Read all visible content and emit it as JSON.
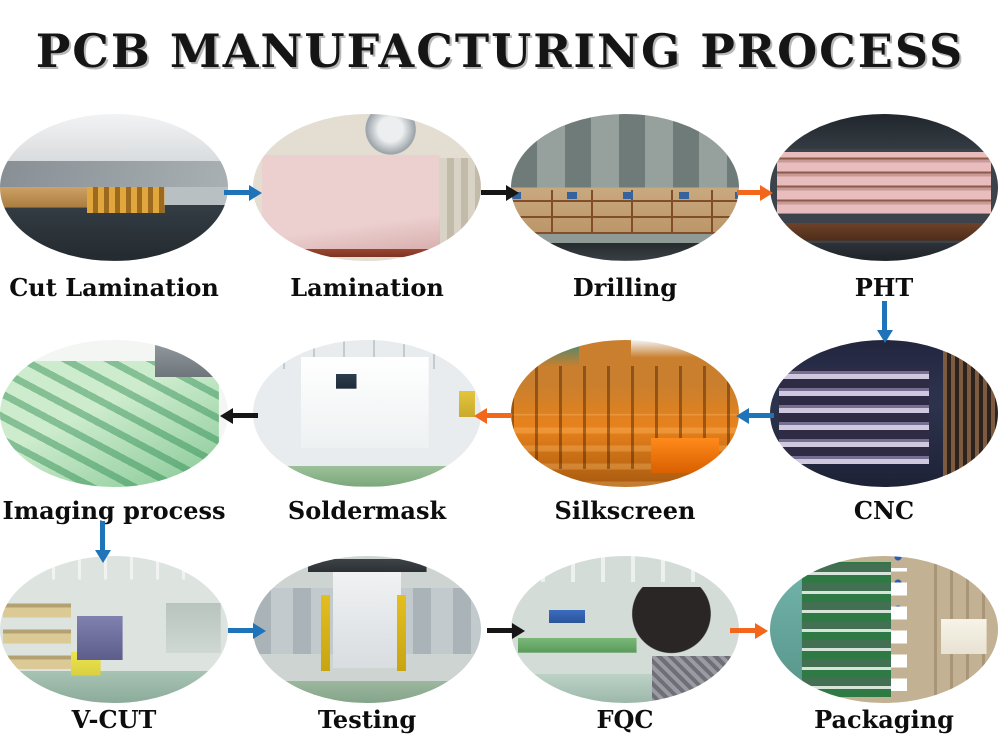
{
  "title": "PCB MANUFACTURING PROCESS",
  "colors": {
    "background": "#ffffff",
    "title_text": "#151515",
    "label_text": "#0d0d0d",
    "arrow_blue": "#1f73b8",
    "arrow_black": "#161616",
    "arrow_orange": "#f2671c"
  },
  "steps": [
    {
      "label": "Cut Lamination",
      "photo": "cutting-machine-photo"
    },
    {
      "label": "Lamination",
      "photo": "copper-clad-laminate-photo"
    },
    {
      "label": "Drilling",
      "photo": "drilling-machines-photo"
    },
    {
      "label": "PHT",
      "photo": "plating-line-photo"
    },
    {
      "label": "CNC",
      "photo": "stacked-panels-photo"
    },
    {
      "label": "Silkscreen",
      "photo": "silkscreen-line-photo"
    },
    {
      "label": "Soldermask",
      "photo": "soldermask-machine-photo"
    },
    {
      "label": "Imaging process",
      "photo": "green-pcb-panels-photo"
    },
    {
      "label": "V-CUT",
      "photo": "vcut-workshop-photo"
    },
    {
      "label": "Testing",
      "photo": "testing-machine-photo"
    },
    {
      "label": "FQC",
      "photo": "inspection-worker-photo"
    },
    {
      "label": "Packaging",
      "photo": "packed-boards-photo"
    }
  ],
  "flow": [
    {
      "from": "Cut Lamination",
      "to": "Lamination",
      "direction": "right",
      "color": "blue"
    },
    {
      "from": "Lamination",
      "to": "Drilling",
      "direction": "right",
      "color": "black"
    },
    {
      "from": "Drilling",
      "to": "PHT",
      "direction": "right",
      "color": "orange"
    },
    {
      "from": "PHT",
      "to": "CNC",
      "direction": "down",
      "color": "blue"
    },
    {
      "from": "CNC",
      "to": "Silkscreen",
      "direction": "left",
      "color": "blue"
    },
    {
      "from": "Silkscreen",
      "to": "Soldermask",
      "direction": "left",
      "color": "orange"
    },
    {
      "from": "Soldermask",
      "to": "Imaging process",
      "direction": "left",
      "color": "black"
    },
    {
      "from": "Imaging process",
      "to": "V-CUT",
      "direction": "down",
      "color": "blue"
    },
    {
      "from": "V-CUT",
      "to": "Testing",
      "direction": "right",
      "color": "blue"
    },
    {
      "from": "Testing",
      "to": "FQC",
      "direction": "right",
      "color": "black"
    },
    {
      "from": "FQC",
      "to": "Packaging",
      "direction": "right",
      "color": "orange"
    }
  ]
}
